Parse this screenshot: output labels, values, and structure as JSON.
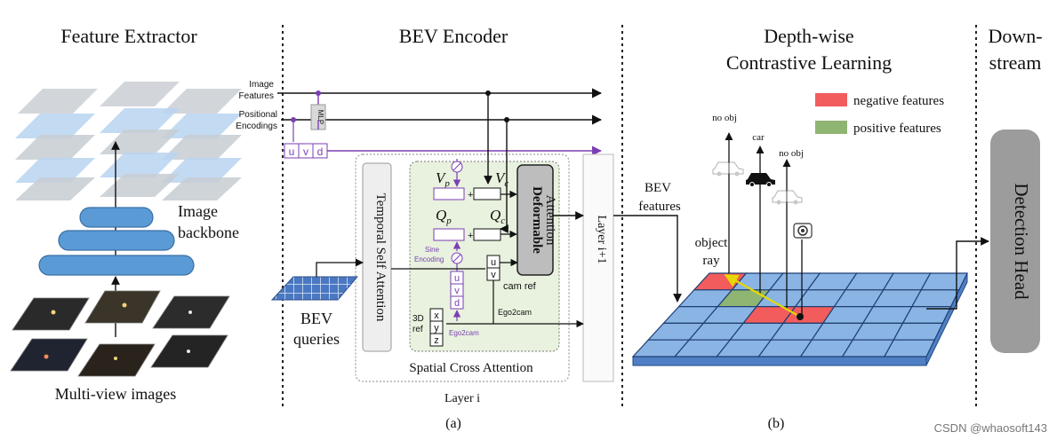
{
  "sections": {
    "feature_extractor": "Feature Extractor",
    "bev_encoder": "BEV Encoder",
    "depth_contrastive_line1": "Depth-wise",
    "depth_contrastive_line2": "Contrastive Learning",
    "downstream_line1": "Down-",
    "downstream_line2": "stream"
  },
  "feature_extractor": {
    "backbone_line1": "Image",
    "backbone_line2": "backbone",
    "multiview": "Multi-view images"
  },
  "encoder": {
    "image_features_line1": "Image",
    "image_features_line2": "Features",
    "positional_line1": "Positional",
    "positional_line2": "Encodings",
    "mlp": "MLP",
    "uvd": [
      "u",
      "v",
      "d"
    ],
    "temporal_self_attention": "Temporal Self Attention",
    "vp": "V",
    "vp_sub": "p",
    "vc": "V",
    "vc_sub": "c",
    "qp": "Q",
    "qp_sub": "p",
    "qc": "Q",
    "qc_sub": "c",
    "deformable_line1": "Deformable",
    "deformable_line2": "Attention",
    "sine_line1": "Sine",
    "sine_line2": "Encoding",
    "uv": [
      "u",
      "v"
    ],
    "cam_ref": "cam ref",
    "ego2cam": "Ego2cam",
    "xyz": [
      "x",
      "y",
      "z"
    ],
    "ref_line1": "3D",
    "ref_line2": "ref",
    "ego2cam_purple": "Ego2cam",
    "spatial_cross_attention": "Spatial Cross Attention",
    "layer_i": "Layer i",
    "layer_i1": "Layer i+1",
    "bev_queries_line1": "BEV",
    "bev_queries_line2": "queries"
  },
  "contrastive": {
    "bev_features_line1": "BEV",
    "bev_features_line2": "features",
    "legend_negative": "negative features",
    "legend_positive": "positive features",
    "no_obj_left": "no obj",
    "car": "car",
    "no_obj_right": "no obj",
    "object_ray_line1": "object",
    "object_ray_line2": "ray"
  },
  "downstream": {
    "detection_head": "Detection Head"
  },
  "captions": {
    "a": "(a)",
    "b": "(b)"
  },
  "watermark": "CSDN @whaosoft143",
  "colors": {
    "negative": "#f25c5c",
    "positive": "#8fb573",
    "grid_blue": "#8ab4e3",
    "backbone_blue": "#5b9bd5",
    "purple": "#7b3fb3",
    "tsa_fill": "#eeeeee",
    "sca_fill": "#e8f2de",
    "deformable_fill": "#bdbdbd",
    "head_fill": "#9c9c9c"
  }
}
